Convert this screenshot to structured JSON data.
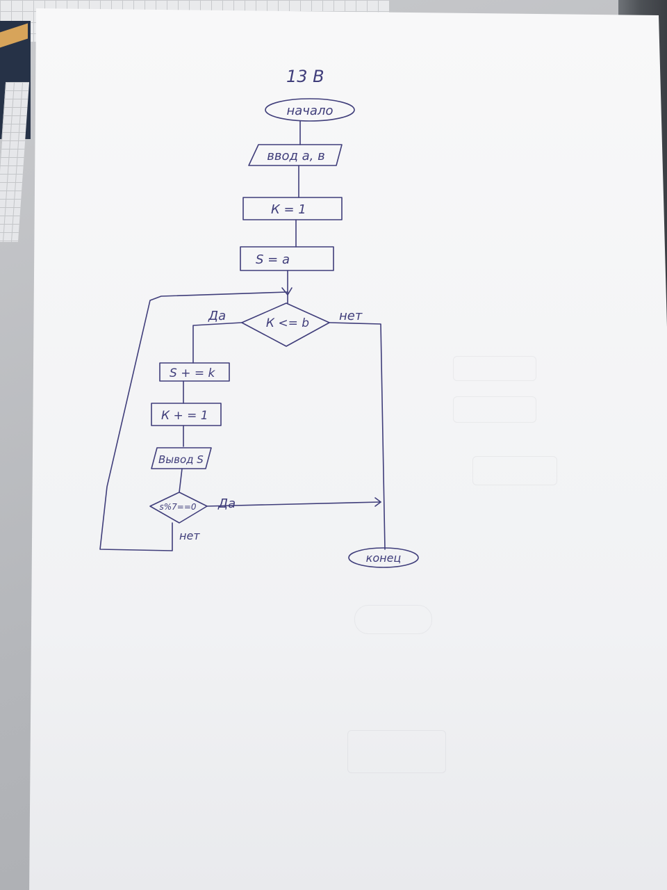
{
  "page_number": "13 В",
  "flowchart": {
    "start": "начало",
    "input": "ввод а, в",
    "init_k": "К = 1",
    "init_s": "S = a",
    "condition_main": "К <= b",
    "yes_main": "Да",
    "no_main": "нет",
    "step_add": "S + = k",
    "step_inc": "К + = 1",
    "output": "Вывод S",
    "condition_mod": "s%7==0",
    "yes_mod": "Да",
    "no_mod": "нет",
    "end": "конец"
  },
  "colors": {
    "ink": "#3f3d7a",
    "paper": "#f4f4f6"
  }
}
